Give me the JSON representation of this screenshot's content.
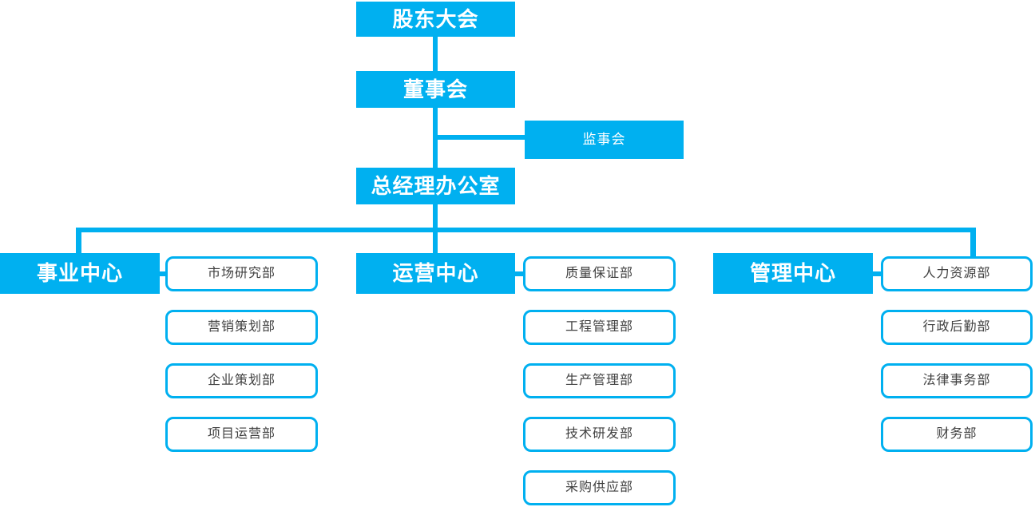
{
  "palette": {
    "accent": "#00b0f0",
    "node_text": "#ffffff",
    "dept_text": "#404040",
    "background": "#ffffff"
  },
  "chart": {
    "type": "org-chart",
    "root": {
      "label": "股东大会"
    },
    "board": {
      "label": "董事会"
    },
    "supervisory": {
      "label": "监事会"
    },
    "gm_office": {
      "label": "总经理办公室"
    },
    "centers": [
      {
        "label": "事业中心",
        "departments": [
          "市场研究部",
          "营销策划部",
          "企业策划部",
          "项目运营部"
        ]
      },
      {
        "label": "运营中心",
        "departments": [
          "质量保证部",
          "工程管理部",
          "生产管理部",
          "技术研发部",
          "采购供应部"
        ]
      },
      {
        "label": "管理中心",
        "departments": [
          "人力资源部",
          "行政后勤部",
          "法律事务部",
          "财务部"
        ]
      }
    ]
  }
}
